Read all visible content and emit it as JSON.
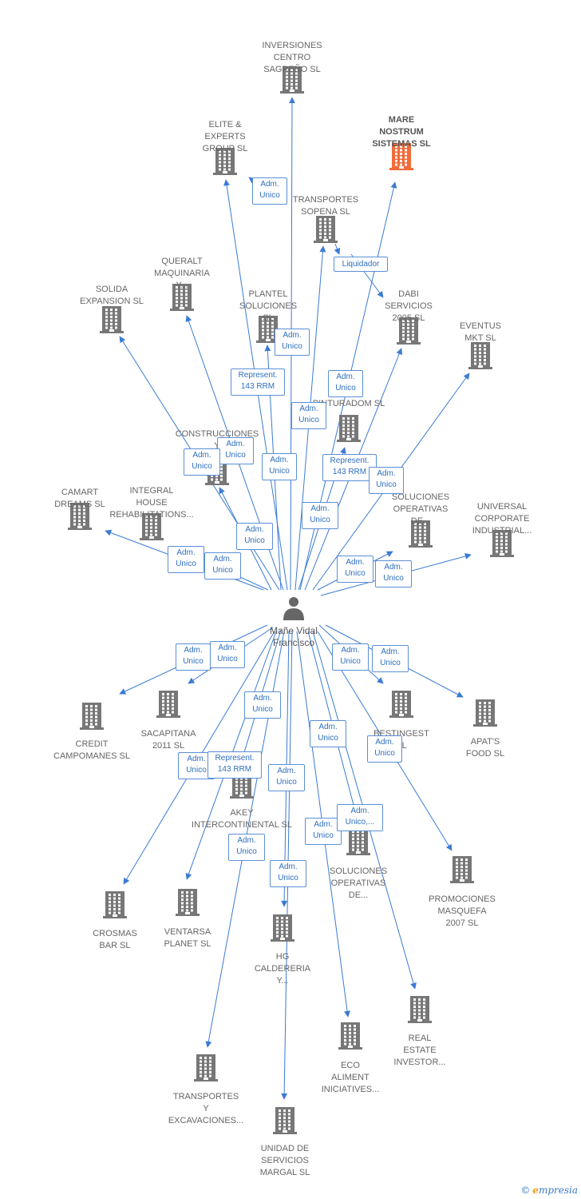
{
  "colors": {
    "edge": "#3a7bd5",
    "building": "#777777",
    "highlight": "#f26b3a",
    "label": "#666666"
  },
  "center": {
    "label": "Mañe Vidal\nFrancisco",
    "icon": "person-icon"
  },
  "companies": [
    {
      "id": "inversiones",
      "label": "INVERSIONES\nCENTRO\nSAGREÑO SL"
    },
    {
      "id": "elite",
      "label": "ELITE &\nEXPERTS\nGROUP SL"
    },
    {
      "id": "mare",
      "label": "MARE\nNOSTRUM\nSISTEMAS SL",
      "highlight": true
    },
    {
      "id": "transportes-sopena",
      "label": "TRANSPORTES\nSOPENA SL"
    },
    {
      "id": "queralt",
      "label": "QUERALT\nMAQUINARIA\nY..."
    },
    {
      "id": "solida",
      "label": "SOLIDA\nEXPANSION SL"
    },
    {
      "id": "plantel",
      "label": "PLANTEL\nSOLUCIONES\nSL"
    },
    {
      "id": "dabi",
      "label": "DABI\nSERVICIOS\n2005 SL"
    },
    {
      "id": "eventus",
      "label": "EVENTUS\nMKT SL"
    },
    {
      "id": "pinturadom",
      "label": "PINTURADOM SL"
    },
    {
      "id": "construcciones",
      "label": "CONSTRUCCIONES\nY\nREFOR..."
    },
    {
      "id": "camart",
      "label": "CAMART\nDREAMS SL"
    },
    {
      "id": "integral",
      "label": "INTEGRAL\nHOUSE\nREHABILITATIONS..."
    },
    {
      "id": "soluciones-top",
      "label": "SOLUCIONES\nOPERATIVAS\nDE..."
    },
    {
      "id": "universal",
      "label": "UNIVERSAL\nCORPORATE\nINDUSTRIAL..."
    },
    {
      "id": "credit",
      "label": "CREDIT\nCAMPOMANES SL"
    },
    {
      "id": "sacapitana",
      "label": "SACAPITANA\n2011 SL"
    },
    {
      "id": "bestingest",
      "label": "BESTINGEST\nSL"
    },
    {
      "id": "apats",
      "label": "APAT'S\nFOOD SL"
    },
    {
      "id": "akey",
      "label": "AKEY\nINTERCONTINENTAL SL"
    },
    {
      "id": "soluciones-bottom",
      "label": "SOLUCIONES\nOPERATIVAS\nDE..."
    },
    {
      "id": "promociones",
      "label": "PROMOCIONES\nMASQUEFA\n2007 SL"
    },
    {
      "id": "crosmas",
      "label": "CROSMAS\nBAR SL"
    },
    {
      "id": "ventarsa",
      "label": "VENTARSA\nPLANET SL"
    },
    {
      "id": "hg",
      "label": "HG\nCALDERERIA\nY..."
    },
    {
      "id": "eco",
      "label": "ECO\nALIMENT\nINICIATIVES..."
    },
    {
      "id": "real-estate",
      "label": "REAL\nESTATE\nINVESTOR..."
    },
    {
      "id": "transportes-y",
      "label": "TRANSPORTES\nY\nEXCAVACIONES..."
    },
    {
      "id": "unidad",
      "label": "UNIDAD DE\nSERVICIOS\nMARGAL SL"
    }
  ],
  "edge_labels": [
    {
      "id": "e1",
      "text": "Adm.\nUnico"
    },
    {
      "id": "e2",
      "text": "Liquidador"
    },
    {
      "id": "e3",
      "text": "Adm.\nUnico"
    },
    {
      "id": "e4",
      "text": "Represent.\n143 RRM"
    },
    {
      "id": "e5",
      "text": "Adm.\nUnico"
    },
    {
      "id": "e6",
      "text": "Adm.\nUnico"
    },
    {
      "id": "e7",
      "text": "Adm.\nUnico"
    },
    {
      "id": "e8",
      "text": "Adm.\nUnico"
    },
    {
      "id": "e9",
      "text": "Adm.\nUnico"
    },
    {
      "id": "e10",
      "text": "Represent.\n143 RRM"
    },
    {
      "id": "e11",
      "text": "Adm.\nUnico"
    },
    {
      "id": "e12",
      "text": "Adm.\nUnico"
    },
    {
      "id": "e13",
      "text": "Adm.\nUnico"
    },
    {
      "id": "e14",
      "text": "Adm.\nUnico"
    },
    {
      "id": "e15",
      "text": "Adm.\nUnico"
    },
    {
      "id": "e16",
      "text": "Adm.\nUnico"
    },
    {
      "id": "e17",
      "text": "Adm.\nUnico"
    },
    {
      "id": "e18",
      "text": "Adm.\nUnico"
    },
    {
      "id": "e19",
      "text": "Adm.\nUnico"
    },
    {
      "id": "e20",
      "text": "Adm.\nUnico"
    },
    {
      "id": "e21",
      "text": "Adm.\nUnico"
    },
    {
      "id": "e22",
      "text": "Adm.\nUnico"
    },
    {
      "id": "e23",
      "text": "Adm.\nUnico"
    },
    {
      "id": "e24",
      "text": "Adm.\nUnico"
    },
    {
      "id": "e25",
      "text": "Represent.\n143 RRM"
    },
    {
      "id": "e26",
      "text": "Adm.\nUnico"
    },
    {
      "id": "e27",
      "text": "Adm.\nUnico"
    },
    {
      "id": "e28",
      "text": "Adm.\nUnico"
    },
    {
      "id": "e29",
      "text": "Adm.\nUnico,..."
    },
    {
      "id": "e30",
      "text": "Adm.\nUnico"
    },
    {
      "id": "e31",
      "text": "Adm.\nUnico"
    }
  ],
  "footer": {
    "copyright": "©",
    "brand_e": "e",
    "brand_rest": "mpresia"
  }
}
